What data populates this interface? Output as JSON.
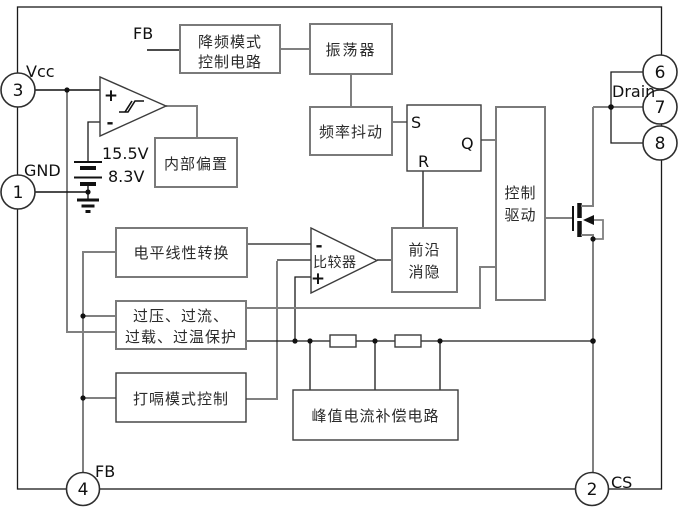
{
  "labels": {
    "fb_top": "FB",
    "drain": "Drain"
  },
  "pins": {
    "p3": {
      "num": "3",
      "label": "Vcc"
    },
    "p1": {
      "num": "1",
      "label": "GND"
    },
    "p4": {
      "num": "4",
      "label": "FB"
    },
    "p2": {
      "num": "2",
      "label": "CS"
    },
    "p6": {
      "num": "6"
    },
    "p7": {
      "num": "7"
    },
    "p8": {
      "num": "8"
    }
  },
  "blocks": {
    "freq_reduction": {
      "line1": "降频模式",
      "line2": "控制电路"
    },
    "oscillator": "振荡器",
    "freq_jitter": "频率抖动",
    "internal_bias": "内部偏置",
    "level_shift": "电平线性转换",
    "protection": {
      "line1": "过压、过流、",
      "line2": "过载、过温保护"
    },
    "hiccup": "打嗝模式控制",
    "peak_comp": "峰值电流补偿电路",
    "ctrl_drive": {
      "line1": "控制",
      "line2": "驱动"
    },
    "leading_edge": {
      "line1": "前沿",
      "line2": "消隐"
    }
  },
  "comparators": {
    "uvlo": {
      "plus": "+",
      "minus": "-",
      "threshold_high": "15.5V",
      "threshold_low": "8.3V"
    },
    "pwm": {
      "label": "比较器",
      "plus": "+",
      "minus": "-"
    }
  },
  "flipflop": {
    "s": "S",
    "r": "R",
    "q": "Q"
  },
  "colors": {
    "wire_gray": "#808080",
    "wire_black": "#1a1a1a",
    "box_border_gray": "#7a7a7a",
    "background": "#ffffff"
  }
}
